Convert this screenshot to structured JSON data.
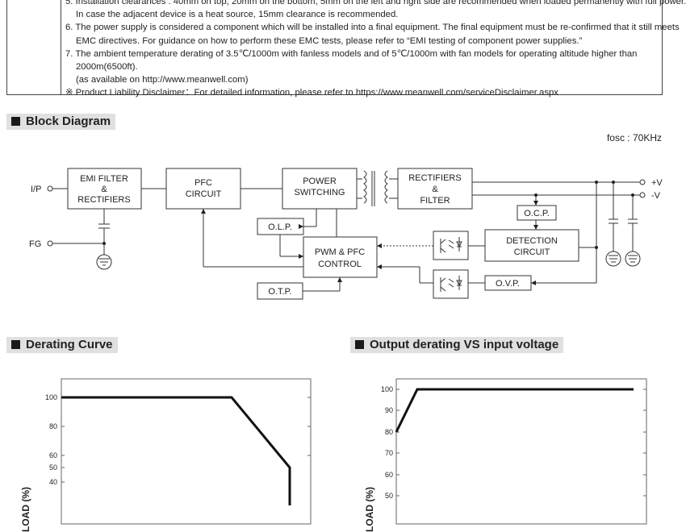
{
  "notes": {
    "lines": [
      "5. Installation clearances : 40mm on top, 20mm on the bottom, 5mm on the left and right side are recommended when loaded permanently with full power.",
      "In case the adjacent device is a heat source, 15mm clearance is recommended.",
      "6. The power supply is considered a component which will be installed into a final equipment. The final equipment must be re-confirmed that it still meets",
      "EMC directives. For guidance on how to perform these EMC tests, please refer to “EMI testing of component power supplies.”",
      "7. The ambient temperature derating of 3.5℃/1000m with fanless models and of 5℃/1000m with fan models for operating altitude higher than",
      "2000m(6500ft).",
      "(as available on http://www.meanwell.com)",
      "※ Product Liability Disclaimer：For detailed information, please refer to https://www.meanwell.com/serviceDisclaimer.aspx"
    ]
  },
  "block_diagram": {
    "title": "Block Diagram",
    "fosc": "fosc : 70KHz",
    "terminals": {
      "ip": "I/P",
      "fg": "FG",
      "pos": "+V",
      "neg": "-V"
    },
    "blocks": {
      "emi": [
        "EMI FILTER",
        "&",
        "RECTIFIERS"
      ],
      "pfc": [
        "PFC",
        "CIRCUIT"
      ],
      "power": [
        "POWER",
        "SWITCHING"
      ],
      "rect": [
        "RECTIFIERS",
        "&",
        "FILTER"
      ],
      "olp": "O.L.P.",
      "otp": "O.T.P.",
      "pwm": [
        "PWM & PFC",
        "CONTROL"
      ],
      "ocp": "O.C.P.",
      "det": [
        "DETECTION",
        "CIRCUIT"
      ],
      "ovp": "O.V.P."
    }
  },
  "derating": {
    "title": "Derating Curve",
    "ylabel": "LOAD (%)",
    "yticks": [
      "100",
      "80",
      "60",
      "50",
      "40"
    ]
  },
  "output_vs_input": {
    "title": "Output derating VS input voltage",
    "ylabel": "LOAD (%)",
    "yticks": [
      "100",
      "90",
      "80",
      "70",
      "60",
      "50"
    ]
  }
}
